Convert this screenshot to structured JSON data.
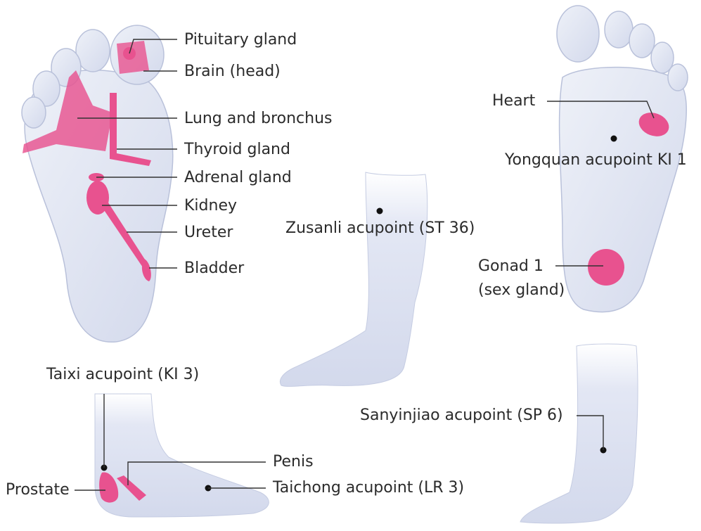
{
  "labels": {
    "pituitary_gland": "Pituitary gland",
    "brain_head": "Brain (head)",
    "lung_and_bronchus": "Lung and bronchus",
    "thyroid_gland": "Thyroid gland",
    "adrenal_gland": "Adrenal gland",
    "kidney": "Kidney",
    "ureter": "Ureter",
    "bladder": "Bladder",
    "zusanli": "Zusanli acupoint (ST 36)",
    "heart": "Heart",
    "yongquan": "Yongquan acupoint KI 1",
    "gonad_line1": "Gonad 1",
    "gonad_line2": "(sex  gland)",
    "taixi": "Taixi  acupoint (KI 3)",
    "penis": "Penis",
    "prostate": "Prostate",
    "taichong": "Taichong  acupoint (LR 3)",
    "sanyinjiao": "Sanyinjiao acupoint (SP 6)"
  },
  "colors": {
    "skin": "#dfe4f2",
    "skin_edge": "#b9c1da",
    "reflex_zone": "#e8528f",
    "leader_line": "#333333",
    "text": "#2b2b2b"
  }
}
